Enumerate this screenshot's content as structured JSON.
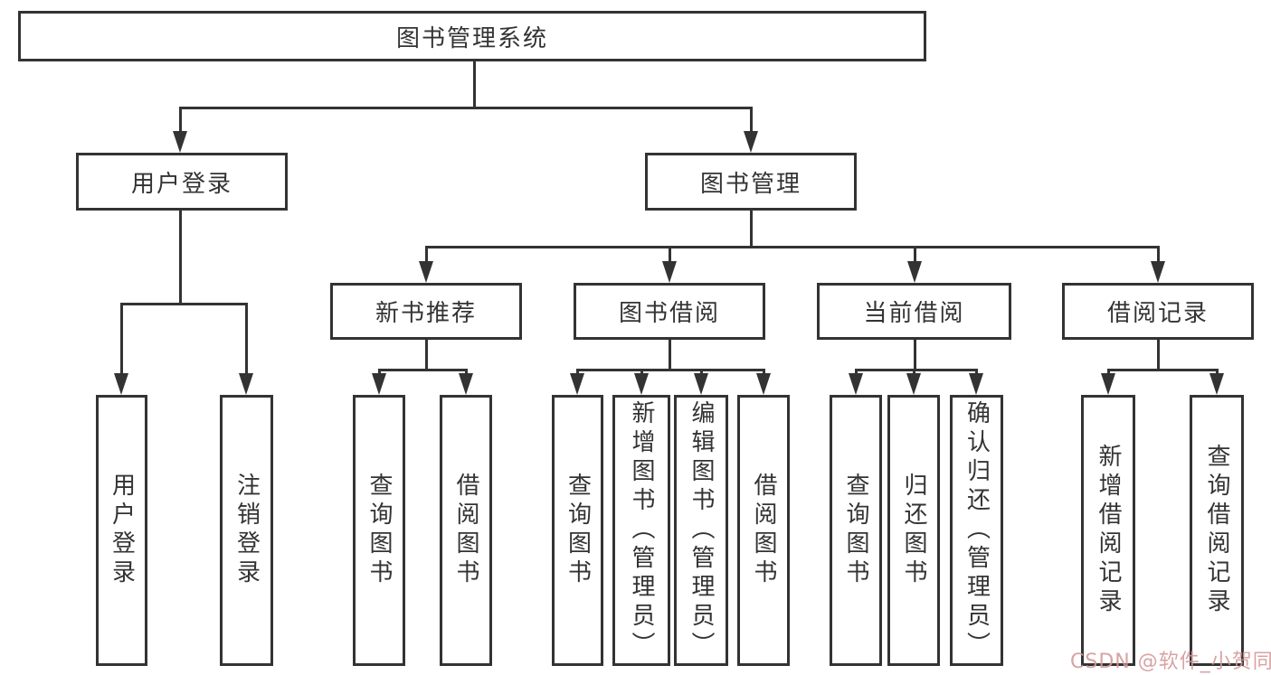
{
  "tree": {
    "label": "图书管理系统",
    "children": [
      {
        "label": "用户登录",
        "children": [
          {
            "label": "用户登录"
          },
          {
            "label": "注销登录"
          }
        ]
      },
      {
        "label": "图书管理",
        "children": [
          {
            "label": "新书推荐",
            "children": [
              {
                "label": "查询图书"
              },
              {
                "label": "借阅图书"
              }
            ]
          },
          {
            "label": "图书借阅",
            "children": [
              {
                "label": "查询图书"
              },
              {
                "label": "新增图书（管理员）"
              },
              {
                "label": "编辑图书（管理员）"
              },
              {
                "label": "借阅图书"
              }
            ]
          },
          {
            "label": "当前借阅",
            "children": [
              {
                "label": "查询图书"
              },
              {
                "label": "归还图书"
              },
              {
                "label": "确认归还（管理员）"
              }
            ]
          },
          {
            "label": "借阅记录",
            "children": [
              {
                "label": "新增借阅记录"
              },
              {
                "label": "查询借阅记录"
              }
            ]
          }
        ]
      }
    ]
  },
  "watermark": {
    "label": "CSDN @软件_小贺同学",
    "color": "#d49a9a"
  },
  "colors": {
    "line": "#333333",
    "box_fill": "#ffffff",
    "background": "#ffffff",
    "text": "#333333"
  }
}
